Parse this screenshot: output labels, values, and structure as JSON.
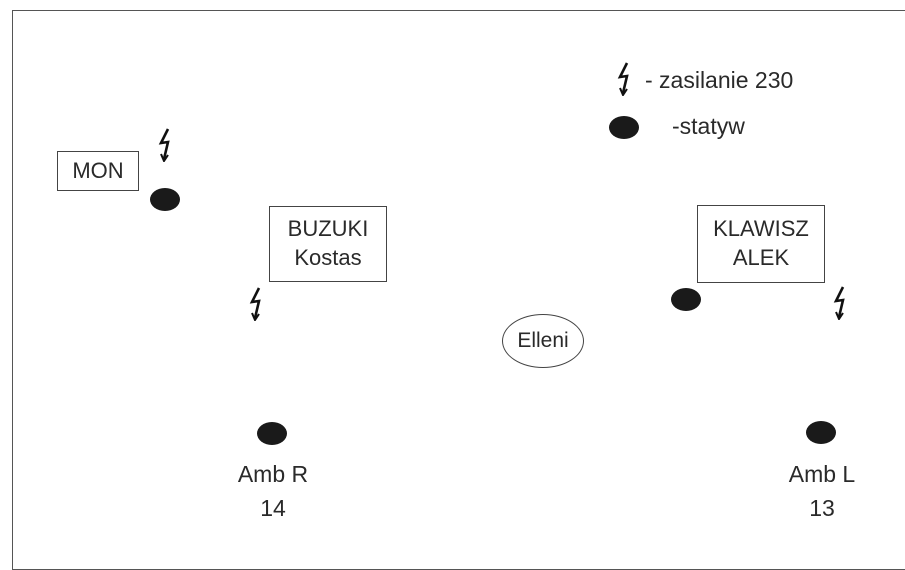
{
  "legend": {
    "power_label": "- zasilanie 230",
    "stand_label": "-statyw"
  },
  "boxes": {
    "mon": "MON",
    "buzuki_line1": "BUZUKI",
    "buzuki_line2": "Kostas",
    "klawisz_line1": "KLAWISZ",
    "klawisz_line2": "ALEK"
  },
  "center_circle": "Elleni",
  "ambient": {
    "right_name": "Amb R",
    "right_number": "14",
    "left_name": "Amb L",
    "left_number": "13"
  },
  "icons": {
    "power": "lightning-bolt-arrow",
    "stand": "filled-black-ellipse"
  }
}
